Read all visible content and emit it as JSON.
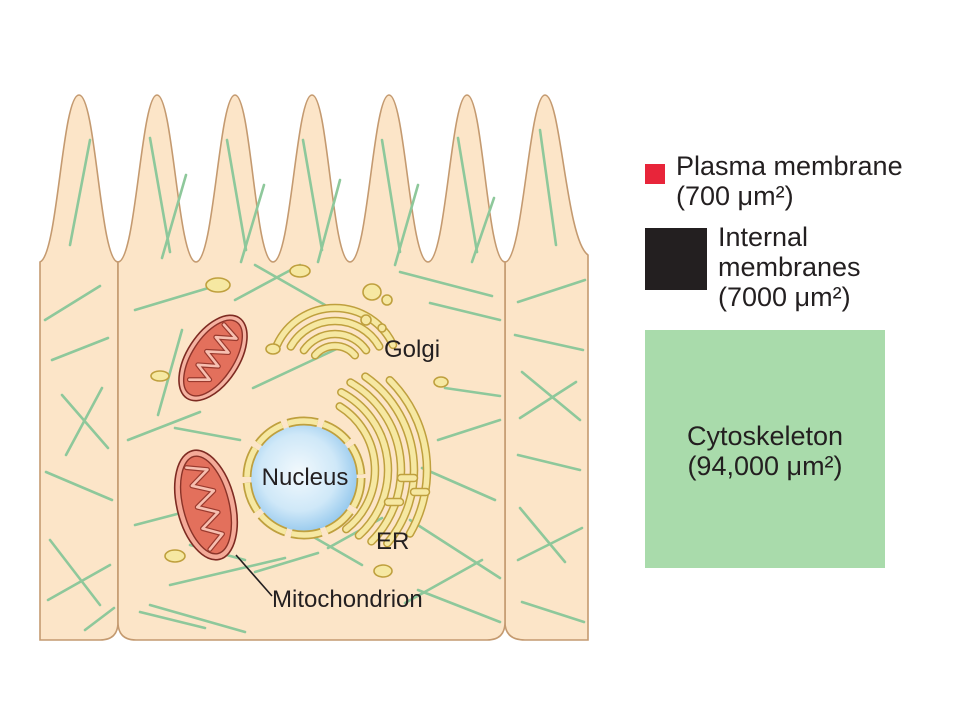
{
  "diagram": {
    "labels": {
      "golgi": "Golgi",
      "nucleus": "Nucleus",
      "er": "ER",
      "mitochondrion": "Mitochondrion"
    }
  },
  "legend": {
    "plasma_membrane": {
      "label": "Plasma membrane",
      "area": "(700 μm²)",
      "color": "#e8253a"
    },
    "internal_membranes": {
      "label_line1": "Internal",
      "label_line2": "membranes",
      "area": "(7000 μm²)",
      "color": "#231f20"
    },
    "cytoskeleton": {
      "label": "Cytoskeleton",
      "area": "(94,000 μm²)",
      "color": "#a9dbab"
    }
  },
  "colors": {
    "cell_fill": "#fce5c8",
    "cell_outline": "#c49a70",
    "cytoskeleton_filament": "#8ec89b",
    "organelle_membrane": "#f6e8a2",
    "mitochondrion": "#e3705c",
    "nucleoplasm": "#c6e4f7"
  }
}
